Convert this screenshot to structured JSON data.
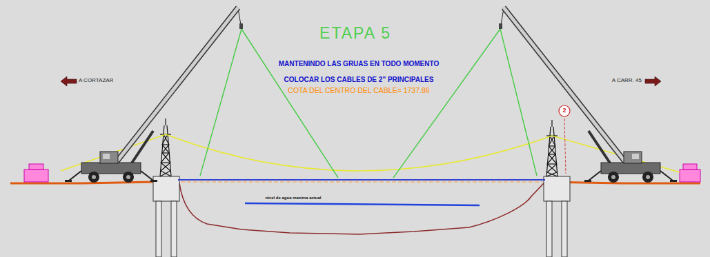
{
  "diagram": {
    "title": "ETAPA 5",
    "nodes": [
      {
        "text": [
          "2"
        ]
      }
    ],
    "labels": [
      "MANTENINDO LAS GRUAS EN TODO MOMENTO",
      "COLOCAR LOS CABLES DE 2\" PRINCIPALES",
      "COTA DEL CENTRO DEL CABLE= 1737.86",
      "A CORTAZAR",
      "A CARR. 45",
      "nivel de agua maxima actual"
    ]
  }
}
